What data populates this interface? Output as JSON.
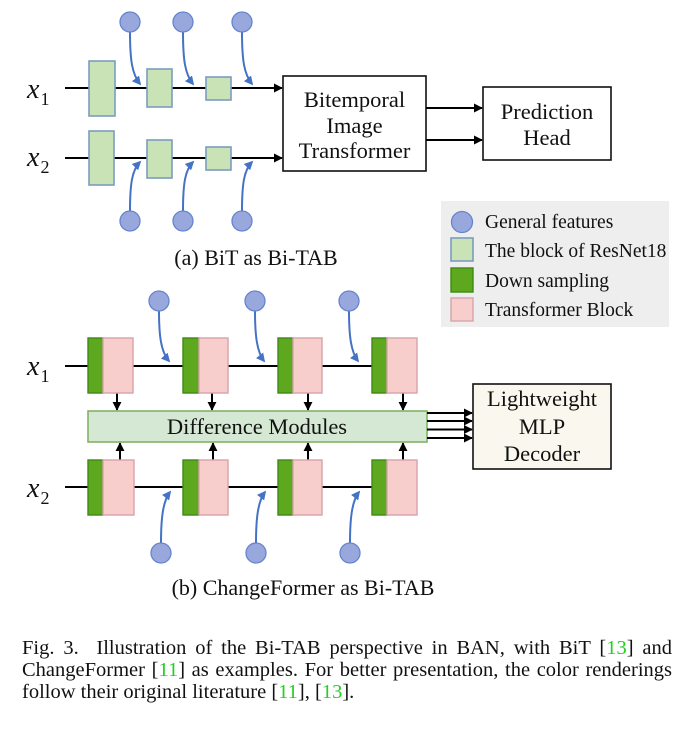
{
  "figure": {
    "part_a": {
      "inputs": [
        {
          "var": "x",
          "sub": "1"
        },
        {
          "var": "x",
          "sub": "2"
        }
      ],
      "transformer_label": [
        "Bitemporal",
        "Image",
        "Transformer"
      ],
      "head_label": [
        "Prediction",
        "Head"
      ],
      "caption": "(a) BiT as Bi-TAB"
    },
    "legend": {
      "items": [
        {
          "label": "General features",
          "shape": "circle",
          "fill": "#99a8dc",
          "stroke": "#6584cf"
        },
        {
          "label": "The block of ResNet18",
          "shape": "square",
          "fill": "#c9e2b6",
          "stroke": "#7a9cc0"
        },
        {
          "label": "Down sampling",
          "shape": "square",
          "fill": "#5da81f",
          "stroke": "#3d8a12"
        },
        {
          "label": "Transformer Block",
          "shape": "square",
          "fill": "#f8cecc",
          "stroke": "#d6a3aa"
        }
      ],
      "background": "#eeeeee"
    },
    "part_b": {
      "inputs": [
        {
          "var": "x",
          "sub": "1"
        },
        {
          "var": "x",
          "sub": "2"
        }
      ],
      "diff_label": "Difference Modules",
      "diff_fill": "#d5e8d4",
      "decoder_label": [
        "Lightweight",
        "MLP",
        "Decoder"
      ],
      "decoder_fill": "#f9f7ee",
      "caption": "(b) ChangeFormer as Bi-TAB"
    },
    "colors": {
      "feature_arrow": "#4472c4",
      "flow_arrow": "#000000",
      "citation": "#22d022"
    }
  },
  "caption": {
    "lines": [
      [
        {
          "text": "Fig. 3.  Illustration of the Bi-TAB perspective in BAN, with BiT ["
        },
        {
          "text": "13",
          "cite": true
        },
        {
          "text": "] and"
        }
      ],
      [
        {
          "text": "ChangeFormer ["
        },
        {
          "text": "11",
          "cite": true
        },
        {
          "text": "] as examples. For better presentation, the color renderings"
        }
      ],
      [
        {
          "text": "follow their original literature ["
        },
        {
          "text": "11",
          "cite": true
        },
        {
          "text": "], ["
        },
        {
          "text": "13",
          "cite": true
        },
        {
          "text": "]."
        }
      ]
    ]
  }
}
